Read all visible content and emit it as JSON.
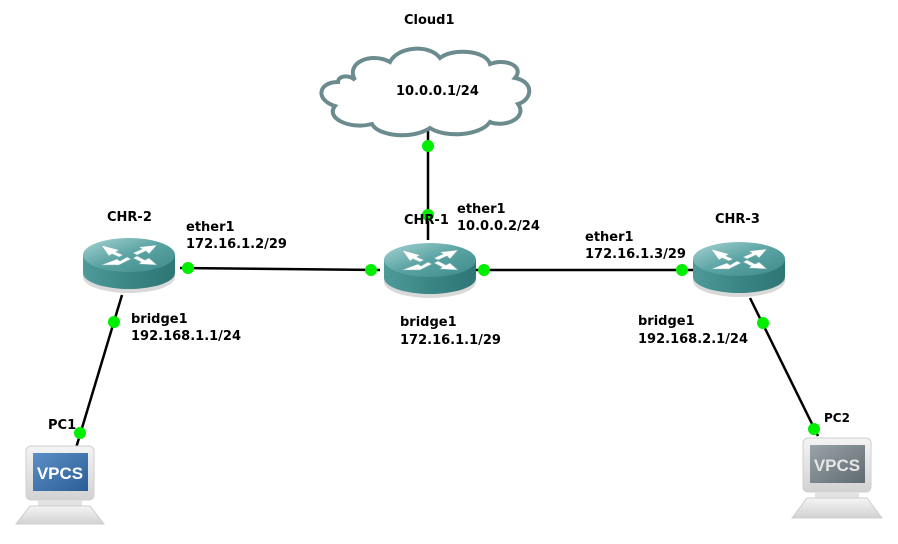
{
  "topology": {
    "nodes": [
      {
        "id": "cloud1",
        "type": "cloud",
        "name": "Cloud1",
        "address": "10.0.0.1/24"
      },
      {
        "id": "chr1",
        "type": "router",
        "name": "CHR-1"
      },
      {
        "id": "chr2",
        "type": "router",
        "name": "CHR-2"
      },
      {
        "id": "chr3",
        "type": "router",
        "name": "CHR-3"
      },
      {
        "id": "pc1",
        "type": "vpcs",
        "name": "PC1",
        "screen_text": "VPCS",
        "state": "active"
      },
      {
        "id": "pc2",
        "type": "vpcs",
        "name": "PC2",
        "screen_text": "VPCS",
        "state": "inactive"
      }
    ],
    "links": [
      {
        "from": "cloud1",
        "to": "chr1",
        "status": "up"
      },
      {
        "from": "chr2",
        "to": "chr1",
        "status": "up"
      },
      {
        "from": "chr1",
        "to": "chr3",
        "status": "up"
      },
      {
        "from": "chr2",
        "to": "pc1",
        "status": "up"
      },
      {
        "from": "chr3",
        "to": "pc2",
        "status": "up"
      }
    ],
    "interfaces": {
      "chr1_ether1": {
        "name": "ether1",
        "address": "10.0.0.2/24"
      },
      "chr1_bridge1": {
        "name": "bridge1",
        "address": "172.16.1.1/29"
      },
      "chr2_ether1": {
        "name": "ether1",
        "address": "172.16.1.2/29"
      },
      "chr2_bridge1": {
        "name": "bridge1",
        "address": "192.168.1.1/24"
      },
      "chr3_ether1": {
        "name": "ether1",
        "address": "172.16.1.3/29"
      },
      "chr3_bridge1": {
        "name": "bridge1",
        "address": "192.168.2.1/24"
      }
    }
  },
  "colors": {
    "link_up": "#00ee00",
    "link_line": "#000000",
    "router_body": "#3a8c8c",
    "cloud_stroke": "#6b8b8f"
  }
}
